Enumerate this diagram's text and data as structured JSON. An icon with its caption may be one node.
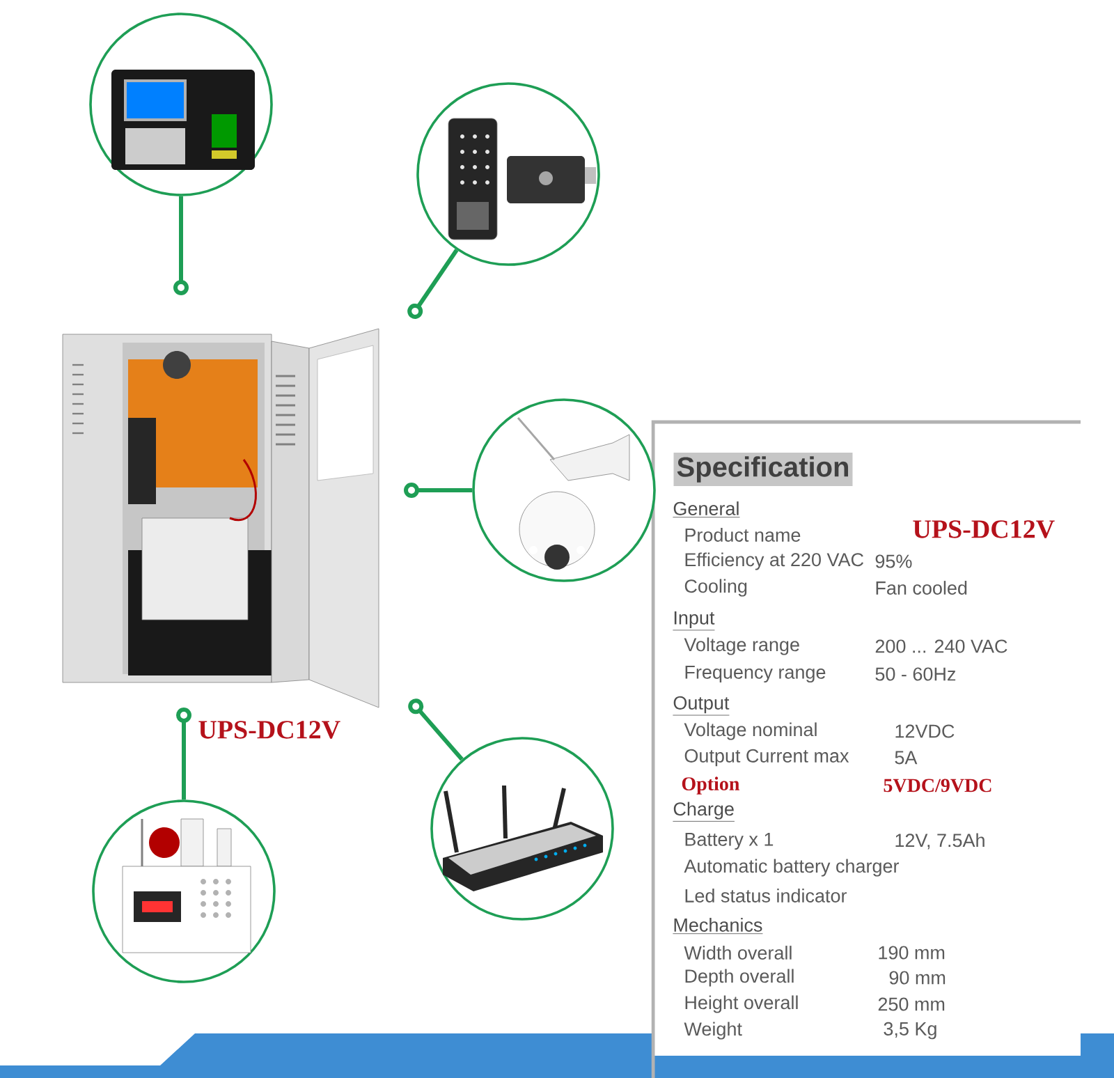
{
  "diagram": {
    "nodes": [
      {
        "text": [],
        "shape": "picture",
        "beside": [
          "UPS-DC12V"
        ]
      },
      {
        "text": [],
        "shape": "circle"
      },
      {
        "text": [],
        "shape": "circle"
      },
      {
        "text": [],
        "shape": "circle"
      },
      {
        "text": [],
        "shape": "circle"
      },
      {
        "text": [],
        "shape": "circle"
      },
      {
        "text": [
          "Specification"
        ]
      }
    ],
    "edges": [
      {
        "from": 1,
        "to": 0,
        "arrow": "other"
      },
      {
        "from": 2,
        "to": 0,
        "arrow": "other"
      },
      {
        "from": 3,
        "to": 0,
        "arrow": "other"
      },
      {
        "from": 4,
        "to": 0,
        "arrow": "other"
      },
      {
        "from": 5,
        "to": 0,
        "arrow": "other"
      }
    ],
    "labels": [
      "General",
      "Product name",
      "UPS-DC12V",
      "Efficiency at 220 VAC",
      "95%",
      "Cooling",
      "Fan cooled",
      "Input",
      "Voltage range",
      "200 ... 240 VAC",
      "Frequency range",
      "50 - 60Hz",
      "Output",
      "Voltage nominal",
      "12VDC",
      "Output Current max",
      "5A",
      "Option",
      "5VDC/9VDC",
      "Charge",
      "Battery x 1",
      "12V, 7.5Ah",
      "Automatic battery charger",
      "Led status indicator",
      "Mechanics",
      "Width overall",
      "190 mm",
      "Depth overall",
      "90 mm",
      "Height overall",
      "250 mm",
      "Weight",
      "3,5 Kg"
    ]
  }
}
